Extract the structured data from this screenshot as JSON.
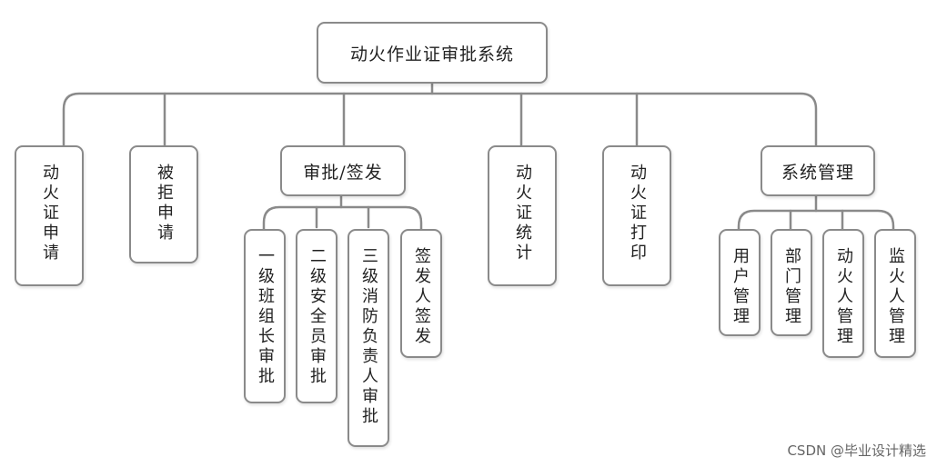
{
  "diagram": {
    "root": "动火作业证审批系统",
    "level1": [
      "动火证申请",
      "被拒申请",
      "审批/签发",
      "动火证统计",
      "动火证打印",
      "系统管理"
    ],
    "approval_children": [
      "一级班组长审批",
      "二级安全员审批",
      "三级消防负责人审批",
      "签发人签发"
    ],
    "system_children": [
      "用户管理",
      "部门管理",
      "动火人管理",
      "监火人管理"
    ]
  },
  "watermark": "CSDN @毕业设计精选"
}
